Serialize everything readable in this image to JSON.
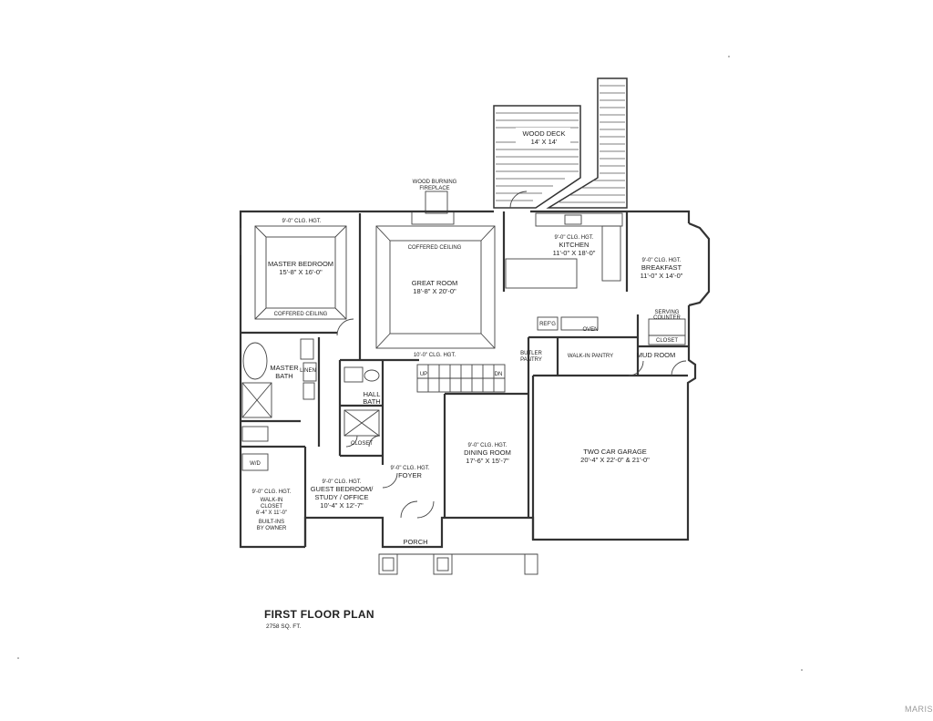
{
  "plan": {
    "title": "FIRST FLOOR PLAN",
    "area": "2758 SQ. FT.",
    "watermark": "MARIS"
  },
  "rooms": {
    "wood_deck": {
      "name": "WOOD DECK",
      "dims": "14' X 14'"
    },
    "fireplace": {
      "name": "WOOD BURNING",
      "name2": "FIREPLACE"
    },
    "master_bedroom": {
      "ceiling": "9'-0\" CLG. HGT.",
      "name": "MASTER BEDROOM",
      "dims": "15'-8\" X 16'-0\"",
      "note": "COFFERED CEILING"
    },
    "great_room": {
      "ceiling_note": "COFFERED CEILING",
      "name": "GREAT ROOM",
      "dims": "18'-8\" X 20'-0\"",
      "ceiling": "10'-0\" CLG. HGT."
    },
    "kitchen": {
      "ceiling": "9'-0\" CLG. HGT.",
      "name": "KITCHEN",
      "dims": "11'-0\" X 18'-0\""
    },
    "breakfast": {
      "ceiling": "9'-0\" CLG. HGT.",
      "name": "BREAKFAST",
      "dims": "11'-0\" X 14'-0\""
    },
    "master_bath": {
      "name": "MASTER",
      "name2": "BATH"
    },
    "hall_bath": {
      "name": "HALL",
      "name2": "BATH"
    },
    "closet": "CLOSET",
    "linen": "LINEN",
    "walkin": {
      "ceiling": "9'-0\" CLG. HGT.",
      "name": "WALK-IN",
      "name2": "CLOSET",
      "dims": "6'-4\" X 11'-0\"",
      "note": "BUILT-INS",
      "note2": "BY OWNER"
    },
    "wd": "W/D",
    "guest": {
      "ceiling": "9'-0\" CLG. HGT.",
      "name": "GUEST BEDROOM/",
      "name2": "STUDY / OFFICE",
      "dims": "10'-4\" X 12'-7\""
    },
    "foyer": {
      "ceiling": "9'-0\" CLG. HGT.",
      "name": "FOYER"
    },
    "dining": {
      "ceiling": "9'-0\" CLG. HGT.",
      "name": "DINING ROOM",
      "dims": "17'-6\" X 15'-7\""
    },
    "garage": {
      "name": "TWO CAR GARAGE",
      "dims": "20'-4\" X 22'-0\" & 21'-0\""
    },
    "porch": "PORCH",
    "butler": {
      "name": "BUTLER",
      "name2": "PANTRY"
    },
    "walkin_pantry": "WALK-IN PANTRY",
    "mud_room": "MUD ROOM",
    "serving": {
      "name": "SERVING",
      "name2": "COUNTER"
    },
    "closet2": "CLOSET",
    "refrig": "REF'G",
    "oven": "OVEN",
    "stair_up": "UP",
    "stair_dn": "DN"
  }
}
